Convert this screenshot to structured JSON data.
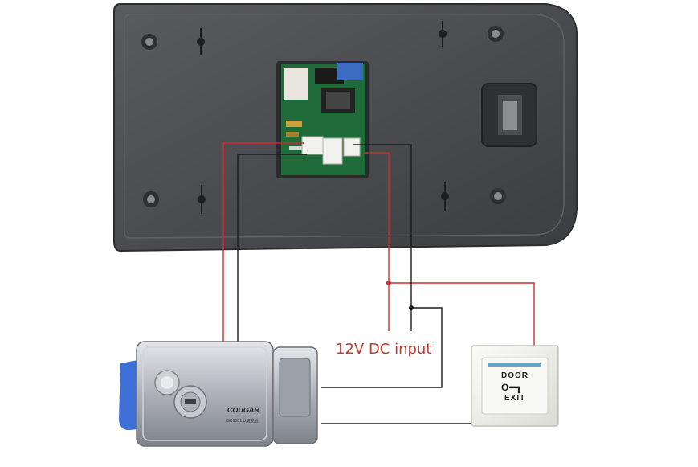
{
  "labels": {
    "power": "12V DC input"
  },
  "exit_button": {
    "top_text": "DOOR",
    "key_symbol": "O━┓",
    "bottom_text": "EXIT"
  },
  "lock": {
    "brand": "COUGAR",
    "cert": "ISO9001 认证企业"
  },
  "colors": {
    "power_wire": "#d42a2a",
    "signal_wire": "#1a1a1a",
    "label": "#c0392b",
    "panel": "#4a4b4d",
    "pcb": "#1f6b3a",
    "lock_body": "#b8bcc2",
    "blue_tab": "#3d6fd6",
    "button_plate": "#f2f2ee"
  }
}
